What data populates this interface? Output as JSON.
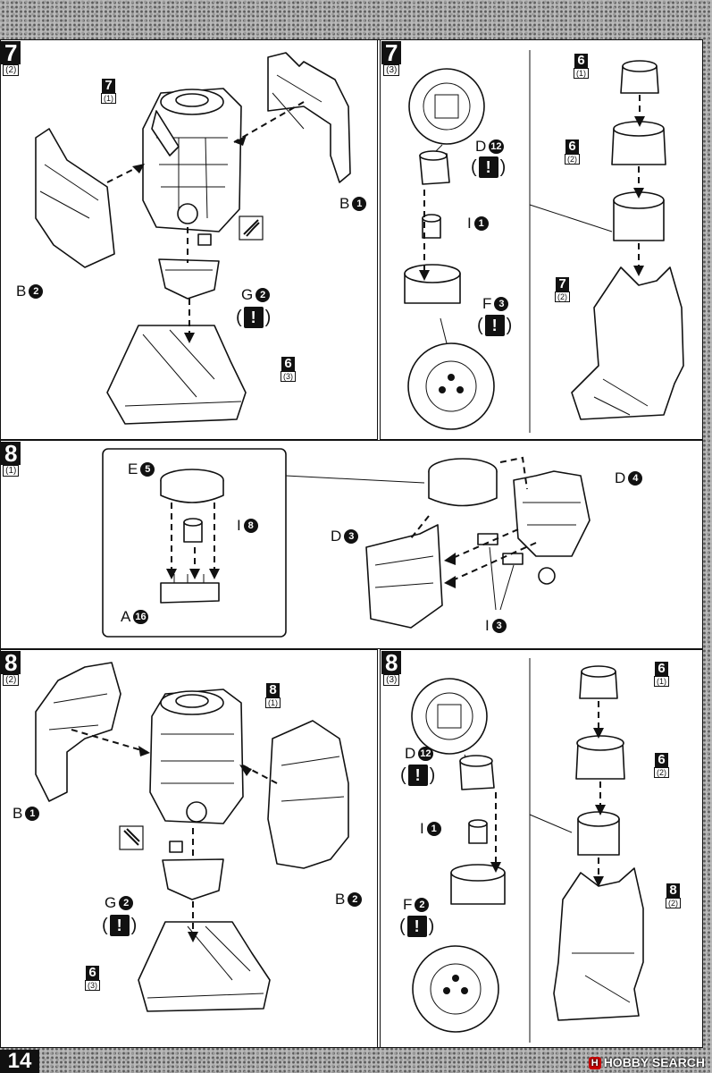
{
  "page": {
    "number": "14"
  },
  "watermark": {
    "logo": "H",
    "text": "HOBBY SEARCH"
  },
  "steps": {
    "s7_2": {
      "num": "7",
      "sub": "(2)"
    },
    "s7_3": {
      "num": "7",
      "sub": "(3)"
    },
    "s8_1": {
      "num": "8",
      "sub": "(1)"
    },
    "s8_2": {
      "num": "8",
      "sub": "(2)"
    },
    "s8_3": {
      "num": "8",
      "sub": "(3)"
    }
  },
  "refs": {
    "r7_1": {
      "num": "7",
      "sub": "(1)"
    },
    "r6_3a": {
      "num": "6",
      "sub": "(3)"
    },
    "r6_1a": {
      "num": "6",
      "sub": "(1)"
    },
    "r6_2a": {
      "num": "6",
      "sub": "(2)"
    },
    "r7_2": {
      "num": "7",
      "sub": "(2)"
    },
    "r8_1": {
      "num": "8",
      "sub": "(1)"
    },
    "r6_3b": {
      "num": "6",
      "sub": "(3)"
    },
    "r6_1b": {
      "num": "6",
      "sub": "(1)"
    },
    "r6_2b": {
      "num": "6",
      "sub": "(2)"
    },
    "r8_2": {
      "num": "8",
      "sub": "(2)"
    }
  },
  "parts": {
    "b1_a": {
      "letter": "B",
      "num": "1"
    },
    "b2_a": {
      "letter": "B",
      "num": "2"
    },
    "g2_a": {
      "letter": "G",
      "num": "2"
    },
    "d12_a": {
      "letter": "D",
      "num": "12"
    },
    "i1_a": {
      "letter": "I",
      "num": "1"
    },
    "f3": {
      "letter": "F",
      "num": "3"
    },
    "e5": {
      "letter": "E",
      "num": "5"
    },
    "i8": {
      "letter": "I",
      "num": "8"
    },
    "a16": {
      "letter": "A",
      "num": "16"
    },
    "d3": {
      "letter": "D",
      "num": "3"
    },
    "d4": {
      "letter": "D",
      "num": "4"
    },
    "i3": {
      "letter": "I",
      "num": "3"
    },
    "b1_b": {
      "letter": "B",
      "num": "1"
    },
    "b2_b": {
      "letter": "B",
      "num": "2"
    },
    "g2_b": {
      "letter": "G",
      "num": "2"
    },
    "d12_b": {
      "letter": "D",
      "num": "12"
    },
    "i1_b": {
      "letter": "I",
      "num": "1"
    },
    "f2": {
      "letter": "F",
      "num": "2"
    }
  },
  "caution": {
    "open": "(",
    "mark": "!",
    "close": ")"
  },
  "icons": [
    "nipper-icon",
    "caution-icon"
  ]
}
